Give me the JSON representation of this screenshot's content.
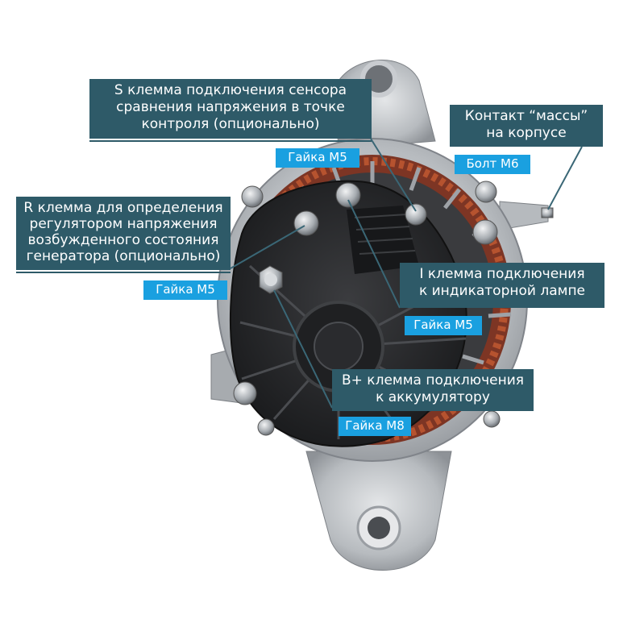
{
  "callouts": {
    "s_terminal": {
      "lines": [
        "S клемма подключения сенсора",
        "сравнения напряжения в точке",
        "контроля (опционально)"
      ]
    },
    "ground": {
      "lines": [
        "Контакт “массы”",
        "на корпусе"
      ]
    },
    "r_terminal": {
      "lines": [
        "R клемма для определения",
        "регулятором напряжения",
        "возбужденного состояния",
        "генератора (опционально)"
      ]
    },
    "i_terminal": {
      "lines": [
        "I клемма подключения",
        "к индикаторной лампе"
      ]
    },
    "b_terminal": {
      "lines": [
        "B+ клемма подключения",
        "к аккумулятору"
      ]
    }
  },
  "tags": {
    "s_nut": "Гайка M5",
    "ground_bolt": "Болт M6",
    "r_nut": "Гайка M5",
    "i_nut": "Гайка M5",
    "b_nut": "Гайка M8"
  },
  "colors": {
    "callout_bg": "#2e5a68",
    "tag_bg": "#1aa0e0",
    "leader_line": "#3a6776",
    "housing": "#b8bcc0",
    "cover": "#2a2b2d",
    "winding": "#a0442c"
  }
}
